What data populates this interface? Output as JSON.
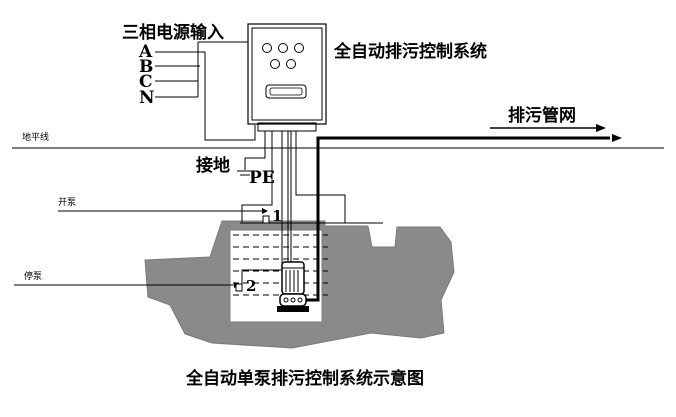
{
  "labels": {
    "power_input": "三相电源输入",
    "phase_a": "A",
    "phase_b": "B",
    "phase_c": "C",
    "phase_n": "N",
    "controller": "全自动排污控制系统",
    "sewer_network": "排污管网",
    "ground_level": "地平线",
    "grounding": "接地",
    "pe": "PE",
    "pump_start": "开泵",
    "float_1": "1",
    "pump_stop": "停泵",
    "float_2": "2",
    "caption": "全自动单泵排污控制系统示意图"
  }
}
